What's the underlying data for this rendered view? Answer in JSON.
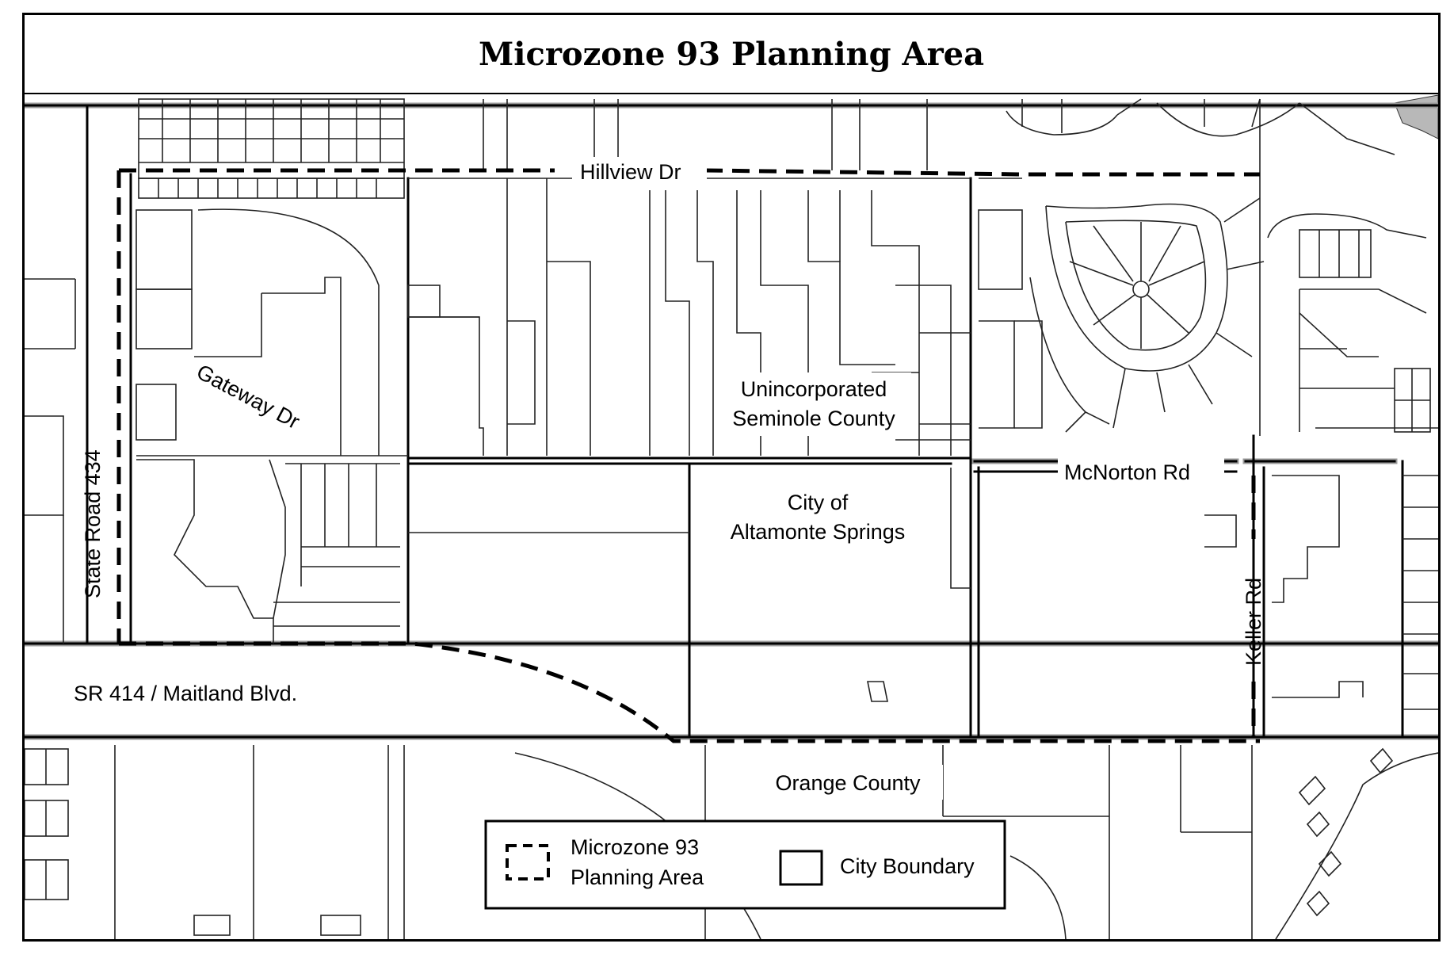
{
  "map": {
    "title": "Microzone 93 Planning Area",
    "roads": {
      "hillview": "Hillview Dr",
      "gateway": "Gateway Dr",
      "state_road_434": "State Road 434",
      "mcnorton": "McNorton Rd",
      "keller": "Keller Rd",
      "sr414": "SR 414 / Maitland Blvd."
    },
    "areas": {
      "unincorporated_line1": "Unincorporated",
      "unincorporated_line2": "Seminole County",
      "city_line1": "City of",
      "city_line2": "Altamonte Springs",
      "orange_county": "Orange County"
    },
    "legend": {
      "planning_area_line1": "Microzone 93",
      "planning_area_line2": "Planning Area",
      "city_boundary": "City Boundary"
    },
    "colors": {
      "ink": "#000000",
      "parcel_line": "#222222",
      "halo": "#9a9a9a",
      "water": "#b8b8b8"
    }
  }
}
